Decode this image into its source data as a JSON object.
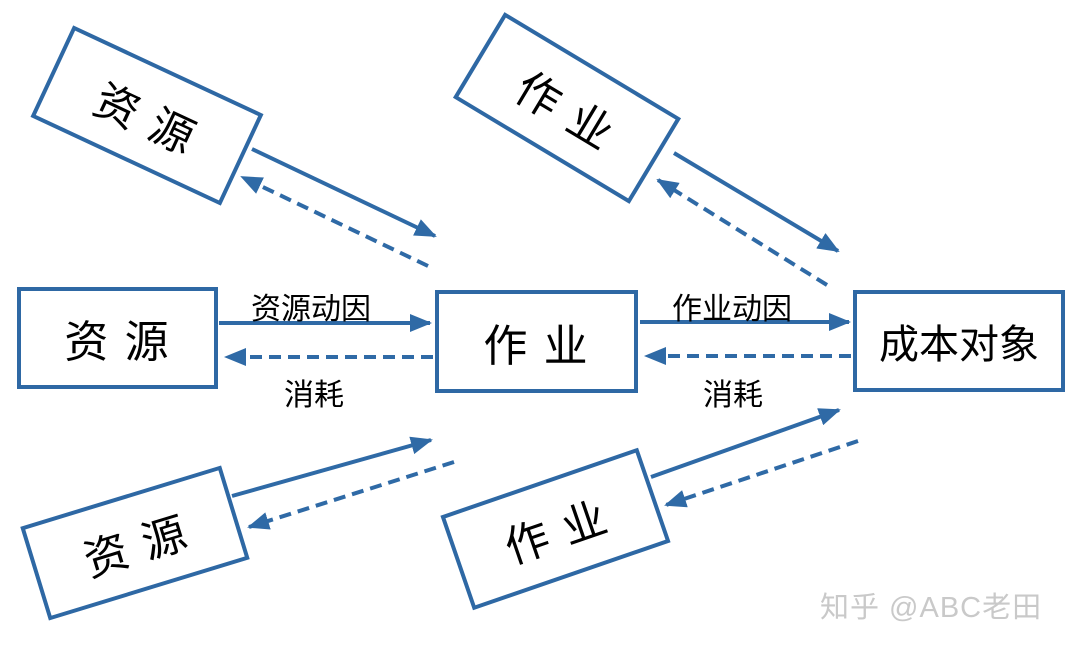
{
  "boxes": {
    "resource_top": {
      "label": "资 源"
    },
    "activity_top": {
      "label": "作 业"
    },
    "resource_mid": {
      "label": "资 源"
    },
    "activity_mid": {
      "label": "作 业"
    },
    "cost_object": {
      "label": "成本对象"
    },
    "resource_bottom": {
      "label": "资 源"
    },
    "activity_bottom": {
      "label": "作 业"
    }
  },
  "edge_labels": {
    "resource_driver": "资源动因",
    "consume_left": "消耗",
    "activity_driver": "作业动因",
    "consume_right": "消耗"
  },
  "edges": [
    {
      "from": "resource_mid",
      "to": "activity_mid",
      "style": "solid",
      "label": "资源动因"
    },
    {
      "from": "activity_mid",
      "to": "resource_mid",
      "style": "dashed",
      "label": "消耗"
    },
    {
      "from": "activity_mid",
      "to": "cost_object",
      "style": "solid",
      "label": "作业动因"
    },
    {
      "from": "cost_object",
      "to": "activity_mid",
      "style": "dashed",
      "label": "消耗"
    },
    {
      "from": "resource_top",
      "to": "activity_mid",
      "style": "solid",
      "label": ""
    },
    {
      "from": "activity_mid",
      "to": "resource_top",
      "style": "dashed",
      "label": ""
    },
    {
      "from": "activity_top",
      "to": "cost_object",
      "style": "solid",
      "label": ""
    },
    {
      "from": "cost_object",
      "to": "activity_top",
      "style": "dashed",
      "label": ""
    },
    {
      "from": "resource_bottom",
      "to": "activity_mid",
      "style": "solid",
      "label": ""
    },
    {
      "from": "activity_mid",
      "to": "resource_bottom",
      "style": "dashed",
      "label": ""
    },
    {
      "from": "activity_bottom",
      "to": "cost_object",
      "style": "solid",
      "label": ""
    },
    {
      "from": "cost_object",
      "to": "activity_bottom",
      "style": "dashed",
      "label": ""
    }
  ],
  "watermark": {
    "text": "知乎 @ABC老田",
    "color": "#c9c9c9"
  },
  "colors": {
    "line": "#2f6aa6",
    "box_border": "#2e68a4",
    "box_fill": "#ffffff",
    "text": "#000000",
    "background": "#ffffff"
  }
}
